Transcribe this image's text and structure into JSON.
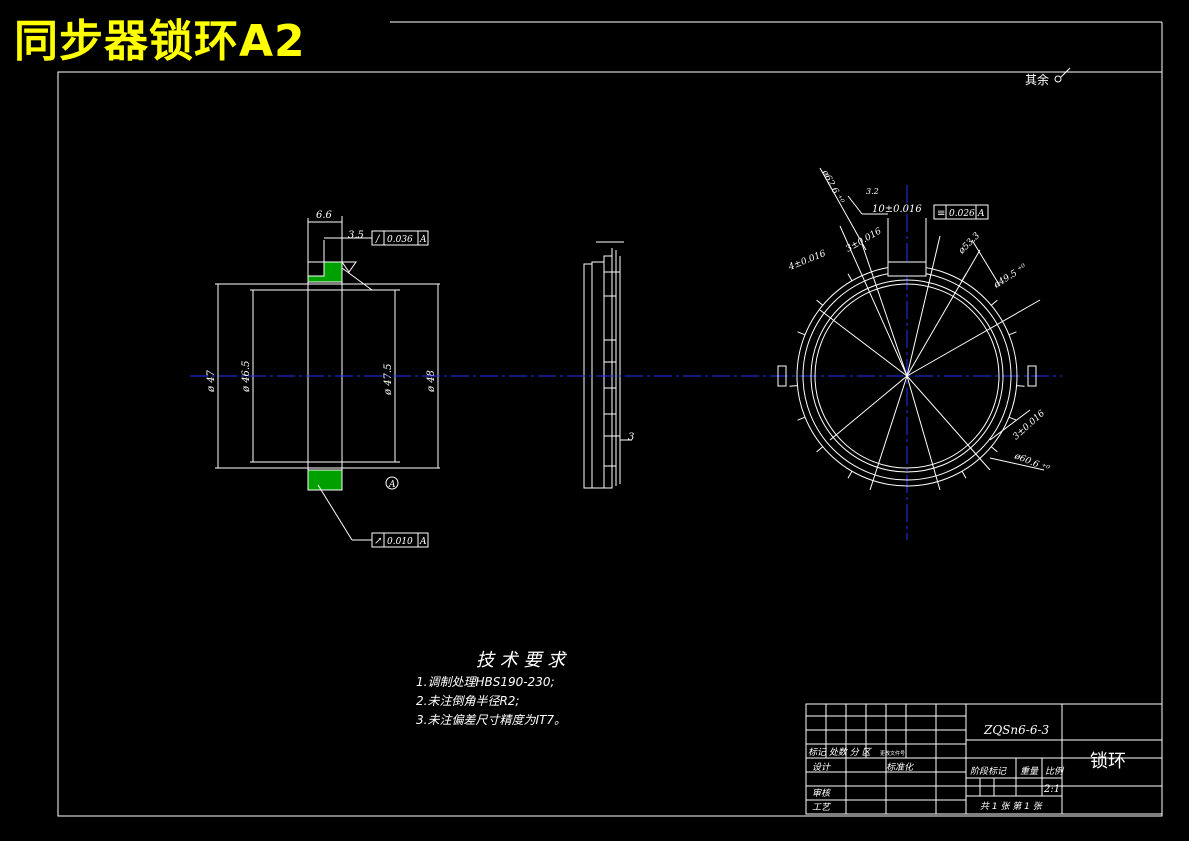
{
  "banner_title": "同步器锁环A2",
  "roughness_note": "其余",
  "colors": {
    "background": "#000000",
    "title": "#ffff00",
    "centerline": "#0000ff",
    "section_hatch": "#00a000",
    "lines": "#ffffff"
  },
  "front_view": {
    "top_width": "6.6",
    "step_dim": "3.5",
    "tol_top_symbol": "/",
    "tol_top_value": "0.036",
    "tol_top_datum": "A",
    "dia_a": "ø 47",
    "dia_b": "ø 46.5",
    "dia_c": "ø 47.5",
    "dia_d": "ø 48",
    "datum_label": "A",
    "tol_bottom_symbol": "↗",
    "tol_bottom_value": "0.010",
    "tol_bottom_datum": "A"
  },
  "side_view": {
    "small_dim": "3"
  },
  "ring_view": {
    "roughness_value": "3.2",
    "slot_dim": "10±0.016",
    "sym_symbol": "≡",
    "sym_value": "0.026",
    "sym_datum": "A",
    "dim_4": "4±0.016",
    "dim_3": "3±0.016",
    "dim_r53": "ø53.3",
    "dim_r495": "ø49.5 ⁺⁰",
    "dim_r626": "ø62.6 ⁺⁰",
    "dim_3b": "3±0.016",
    "dim_r606": "ø60.6 ⁺⁰"
  },
  "tech_requirements": {
    "heading": "技 术 要 求",
    "items": [
      "1.调制处理HBS190-230;",
      "2.未注倒角半径R2;",
      "3.未注偏差尺寸精度为IT7。"
    ]
  },
  "title_block": {
    "material": "ZQSn6-6-3",
    "part_name": "锁环",
    "row_mark": "标记 处数 分  区",
    "row_mark_small": "更改文件号",
    "design_label": "设计",
    "standardize_label": "标准化",
    "stage_label": "阶段标记",
    "weight_label": "重量",
    "scale_label": "比例",
    "scale_value": "2:1",
    "review_label": "审核",
    "process_label": "工艺",
    "sheets": "共 1 张  第 1 张"
  }
}
